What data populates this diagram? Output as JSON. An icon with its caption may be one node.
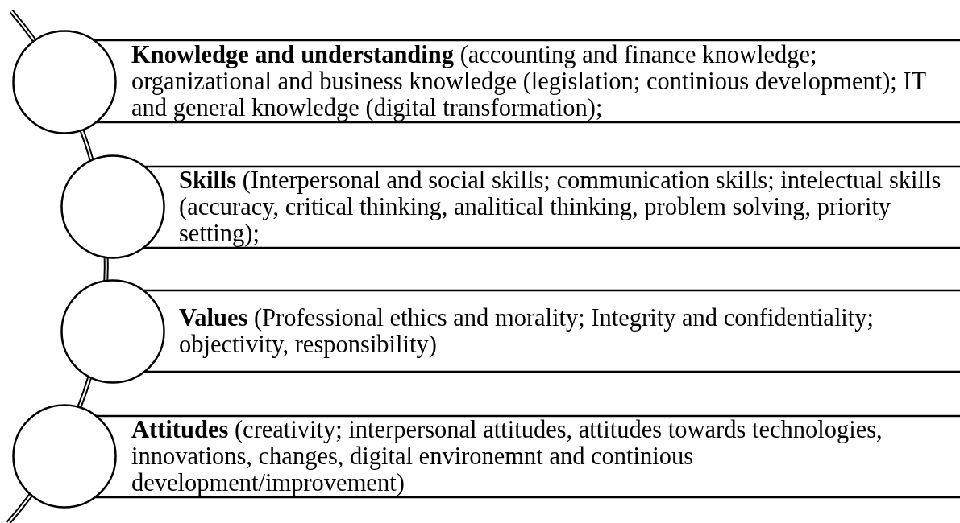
{
  "diagram": {
    "nodes": [
      {
        "text": [],
        "shape": "circle"
      },
      {
        "text": [
          "**Knowledge and understanding** (accounting and finance knowledge; organizational and business knowledge (legislation; continious development); IT and general knowledge (digital transformation);"
        ]
      },
      {
        "text": [],
        "shape": "circle"
      },
      {
        "text": [
          "**Skills** (Interpersonal and social skills; communication skills; intelectual skills (accuracy, critical thinking, analitical thinking, problem solving, priority setting);"
        ]
      },
      {
        "text": [],
        "shape": "circle"
      },
      {
        "text": [
          "**Values** (Professional ethics and morality; Integrity and confidentiality; objectivity, responsibility)"
        ]
      },
      {
        "text": [],
        "shape": "circle"
      },
      {
        "text": [
          "**Attitudes** (creativity; interpersonal attitudes, attitudes towards technologies, innovations, changes, digital environemnt and continious development/improvement)"
        ]
      }
    ],
    "edges": []
  }
}
